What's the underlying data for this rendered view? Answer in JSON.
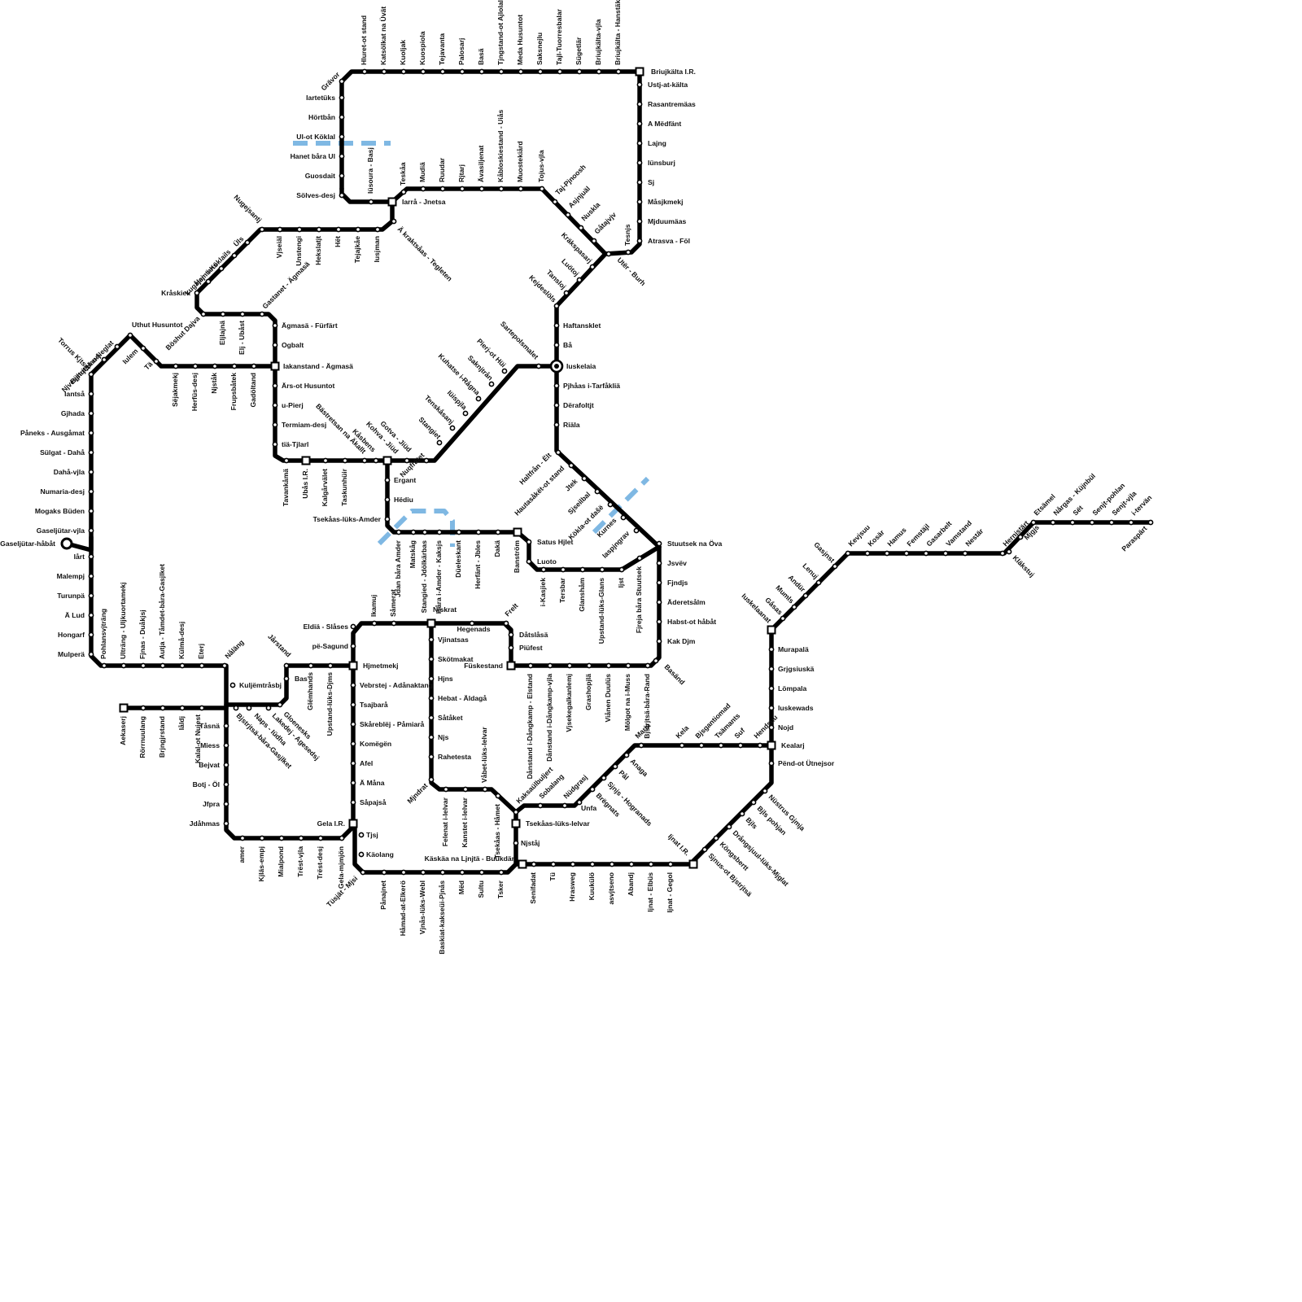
{
  "map": {
    "line_color": "#000000",
    "water_color": "#7fb8e3",
    "stations": [
      {
        "name": "Grävor"
      },
      {
        "name": "Hluret-ot stand"
      },
      {
        "name": "Katsölkat na Üvät"
      },
      {
        "name": "Kuoljak"
      },
      {
        "name": "Kuospiola"
      },
      {
        "name": "Tejavanta"
      },
      {
        "name": "Palosarj"
      },
      {
        "name": "Basä"
      },
      {
        "name": "Tjngstand-ot Ajlolal"
      },
      {
        "name": "Meda Husuntot"
      },
      {
        "name": "Saksnejlu"
      },
      {
        "name": "Tajl-Tuorresbalar"
      },
      {
        "name": "Sügetlär"
      },
      {
        "name": "Briujkälta-vjla"
      },
      {
        "name": "Briujkälta - Hanstäk"
      },
      {
        "name": "Briujkälta I.R."
      },
      {
        "name": "Ustj-at-kälta"
      },
      {
        "name": "Rasantremäas"
      },
      {
        "name": "A Mëdfänt"
      },
      {
        "name": "Lajng"
      },
      {
        "name": "Iünsburj"
      },
      {
        "name": "Sj"
      },
      {
        "name": "Måsjkmekj"
      },
      {
        "name": "Mjduumäas"
      },
      {
        "name": "Atrasva - Föl"
      },
      {
        "name": "Tesnjs"
      },
      {
        "name": "Utër - Burh"
      },
      {
        "name": "Iartetüks"
      },
      {
        "name": "Hörtbån"
      },
      {
        "name": "Ul-ot Köklal"
      },
      {
        "name": "Hanet båra Ul"
      },
      {
        "name": "Guosdait"
      },
      {
        "name": "Sölves-desj"
      },
      {
        "name": "Iüsoura - Basj"
      },
      {
        "name": "Iarrå - Jnetsa"
      },
      {
        "name": "Teskåa"
      },
      {
        "name": "Mudiä"
      },
      {
        "name": "Ruudar"
      },
      {
        "name": "Rjtarj"
      },
      {
        "name": "Ävasiljenat"
      },
      {
        "name": "Kåbloskiestand - Uiås"
      },
      {
        "name": "Muostekiård"
      },
      {
        "name": "Tojus-vjla"
      },
      {
        "name": "Taj-Pjnoosh"
      },
      {
        "name": "Asjnjuäl"
      },
      {
        "name": "Nuskla"
      },
      {
        "name": "Gåtajvjv"
      },
      {
        "name": "Kräkspasarj"
      },
      {
        "name": "Luötoj"
      },
      {
        "name": "Tansloj"
      },
      {
        "name": "Kejdeslöls"
      },
      {
        "name": "Haftansklet"
      },
      {
        "name": "Bå"
      },
      {
        "name": "Iuskelaia"
      },
      {
        "name": "Pjhåas i-Tarfåkliä"
      },
      {
        "name": "Dërafoltjt"
      },
      {
        "name": "Riäla"
      },
      {
        "name": "Haltfrån - Ëlt"
      },
      {
        "name": "Hautasåkët-ot stand"
      },
      {
        "name": "Jtek"
      },
      {
        "name": "Sjseilbal"
      },
      {
        "name": "Kökla-ot dašë"
      },
      {
        "name": "Kurnes"
      },
      {
        "name": "Iaspjngrav"
      },
      {
        "name": "Stuutsek na Öva"
      },
      {
        "name": "Jsvëv"
      },
      {
        "name": "Fjndjs"
      },
      {
        "name": "Äderetsålm"
      },
      {
        "name": "Habst-ot håbåt"
      },
      {
        "name": "Kak Djm"
      },
      {
        "name": "Basänd"
      },
      {
        "name": "Nugejsantj"
      },
      {
        "name": "Vjseiäl"
      },
      {
        "name": "Unstengi"
      },
      {
        "name": "Hekslatjt"
      },
      {
        "name": "Hët"
      },
      {
        "name": "Tejajkåe"
      },
      {
        "name": "Iusjman"
      },
      {
        "name": "Ä kraktsåas - Tegleten"
      },
      {
        "name": "Üls"
      },
      {
        "name": "i-Köklails"
      },
      {
        "name": "Hamtans"
      },
      {
        "name": "Lugåjej"
      },
      {
        "name": "Kråskiek"
      },
      {
        "name": "Böshut Dajva"
      },
      {
        "name": "Eljlajnä"
      },
      {
        "name": "Elj - Ubåst"
      },
      {
        "name": "Gastanet - Ägmasä"
      },
      {
        "name": "Ägmasä - Fürfärt"
      },
      {
        "name": "Ogbalt"
      },
      {
        "name": "Iakanstand - Ägmasä"
      },
      {
        "name": "Ärs-ot Husuntot"
      },
      {
        "name": "u-Pierj"
      },
      {
        "name": "Termiam-desj"
      },
      {
        "name": "tiä-Tjlarl"
      },
      {
        "name": "Bjstrjtsä u-Neglat"
      },
      {
        "name": "Uthut Husuntot"
      },
      {
        "name": "Njvesjhut Hanrj"
      },
      {
        "name": "Iulem"
      },
      {
        "name": "Tä"
      },
      {
        "name": "Torrus Kjtsat"
      },
      {
        "name": "Sëjakmekj"
      },
      {
        "name": "Herfüs-desj"
      },
      {
        "name": "Njståk"
      },
      {
        "name": "Frupsbåtek"
      },
      {
        "name": "Gadöltand"
      },
      {
        "name": "Iantså"
      },
      {
        "name": "Gjhada"
      },
      {
        "name": "Påneks - Ausgåmat"
      },
      {
        "name": "Sülgat - Dahå"
      },
      {
        "name": "Dahå-vjla"
      },
      {
        "name": "Numaria-desj"
      },
      {
        "name": "Mogaks Büden"
      },
      {
        "name": "Gaseljütar-vjla"
      },
      {
        "name": "Gaseljütar-håbåt"
      },
      {
        "name": "Iårt"
      },
      {
        "name": "Malempj"
      },
      {
        "name": "Turunpä"
      },
      {
        "name": "Ä Lud"
      },
      {
        "name": "Hongarf"
      },
      {
        "name": "Mulperä"
      },
      {
        "name": "Pohlansvjträng"
      },
      {
        "name": "Ulträng - Uljkuortamekj"
      },
      {
        "name": "Fjnas - Duåkjsj"
      },
      {
        "name": "Autja - Tåmdet-båra-Gasjlket"
      },
      {
        "name": "Külmå-desj"
      },
      {
        "name": "Eterj"
      },
      {
        "name": "Nåläng"
      },
      {
        "name": "Tavankåmä"
      },
      {
        "name": "Ubås I.R."
      },
      {
        "name": "Kalgårvälet"
      },
      {
        "name": "Taskunhüir"
      },
      {
        "name": "Bästretsan na Äkallt"
      },
      {
        "name": "Kåsbens"
      },
      {
        "name": "Kohva - Jiüd"
      },
      {
        "name": "Gotva - Jiüd"
      },
      {
        "name": "Nuqfrätet"
      },
      {
        "name": "Stangiet"
      },
      {
        "name": "Tenskåsanj"
      },
      {
        "name": "Iüispjla"
      },
      {
        "name": "Kuhatse i-Rågna"
      },
      {
        "name": "Saknjtrån"
      },
      {
        "name": "Pierj-ot Hüi"
      },
      {
        "name": "Sartepolsmalet"
      },
      {
        "name": "Ergant"
      },
      {
        "name": "Hëdiu"
      },
      {
        "name": "Tsekåas-lüks-Amder"
      },
      {
        "name": "Jdan båra Amder"
      },
      {
        "name": "Matskåg"
      },
      {
        "name": "Stangied - Jdölkärbas"
      },
      {
        "name": "Isåra i-Amder - Kaksjs"
      },
      {
        "name": "Düeleskant"
      },
      {
        "name": "Herfänt - Jbles"
      },
      {
        "name": "Dakä"
      },
      {
        "name": "Banström"
      },
      {
        "name": "Satus Hjlet"
      },
      {
        "name": "Luoto"
      },
      {
        "name": "i-Kasjiek"
      },
      {
        "name": "Tersbar"
      },
      {
        "name": "Glanshåm"
      },
      {
        "name": "Upstand-lüks-Glans"
      },
      {
        "name": "Ijst"
      },
      {
        "name": "Fjreja båra Stuutsek"
      },
      {
        "name": "Iuskelaanat"
      },
      {
        "name": "Gåsas"
      },
      {
        "name": "Mumls"
      },
      {
        "name": "Andür"
      },
      {
        "name": "Lenuj"
      },
      {
        "name": "Gasjnst"
      },
      {
        "name": "Kevjsuu"
      },
      {
        "name": "Kosär"
      },
      {
        "name": "Hamus"
      },
      {
        "name": "Femstäjl"
      },
      {
        "name": "Gasarbelt"
      },
      {
        "name": "Vamstand"
      },
      {
        "name": "Nestär"
      },
      {
        "name": "Hernjstärt"
      },
      {
        "name": "Kläkstuj"
      },
      {
        "name": "Mjgjs"
      },
      {
        "name": "Etsämel"
      },
      {
        "name": "Nårgas - Küjnbül"
      },
      {
        "name": "Sët"
      },
      {
        "name": "Senjt-pohlan"
      },
      {
        "name": "Senjt-vjla"
      },
      {
        "name": "i-tervän"
      },
      {
        "name": "Paraspärt"
      },
      {
        "name": "Ikamuj"
      },
      {
        "name": "Såmerat"
      },
      {
        "name": "Njskrat"
      },
      {
        "name": "Frelt"
      },
      {
        "name": "Hegenads"
      },
      {
        "name": "Dåtslåsä"
      },
      {
        "name": "Piüfest"
      },
      {
        "name": "Füskestand"
      },
      {
        "name": "Eldiä - Slåses"
      },
      {
        "name": "pë-Sagund"
      },
      {
        "name": "Hjmetmekj"
      },
      {
        "name": "Jårstand"
      },
      {
        "name": "Bas"
      },
      {
        "name": "Glëmhands"
      },
      {
        "name": "Upstand-lüks-Djms"
      },
      {
        "name": "Vjinatsas"
      },
      {
        "name": "Skötmakat"
      },
      {
        "name": "Hjns"
      },
      {
        "name": "Hebat - Äldagå"
      },
      {
        "name": "Såtåket"
      },
      {
        "name": "Njs"
      },
      {
        "name": "Rahetesta"
      },
      {
        "name": "Mjndrat"
      },
      {
        "name": "Felenat i-Ielvar"
      },
      {
        "name": "Kanstet i-Ielvar"
      },
      {
        "name": "Våbet-lüks-Ielvar"
      },
      {
        "name": "Tsekåas - Håmet"
      },
      {
        "name": "Kaksaülbuljert"
      },
      {
        "name": "Dånstand i-Dångkamp - Elstand"
      },
      {
        "name": "Dånstand i-Dångkamp-vjla"
      },
      {
        "name": "Vjsekegalkanlemj"
      },
      {
        "name": "Grashopjlä"
      },
      {
        "name": "Viånen Duulüs"
      },
      {
        "name": "Mölgot na i-Muss"
      },
      {
        "name": "Bjstrjtsä-båra-Rand"
      },
      {
        "name": "Vebrstej - Adånaktang"
      },
      {
        "name": "Tsajbarå"
      },
      {
        "name": "Skåreblëj - Påmiarå"
      },
      {
        "name": "Komëgën"
      },
      {
        "name": "Afel"
      },
      {
        "name": "Ä Måna"
      },
      {
        "name": "Såpajså"
      },
      {
        "name": "Gela I.R."
      },
      {
        "name": "Tjsj"
      },
      {
        "name": "Käolang"
      },
      {
        "name": "Tüsjät - Mjsi"
      },
      {
        "name": "Pånajnet"
      },
      {
        "name": "Håmad-at-Elkerö"
      },
      {
        "name": "Vjnås-lüks-Webl"
      },
      {
        "name": "Baskiat-kakseüi-Pjnås"
      },
      {
        "name": "Mëd"
      },
      {
        "name": "Sultu"
      },
      {
        "name": "Tsker"
      },
      {
        "name": "Käskäa na Ljnjtä - Buukdär"
      },
      {
        "name": "Senifadat"
      },
      {
        "name": "Tü"
      },
      {
        "name": "Hrasweg"
      },
      {
        "name": "Kuukülö"
      },
      {
        "name": "asvjtseno"
      },
      {
        "name": "Abandj"
      },
      {
        "name": "Ijnat - Elbüs"
      },
      {
        "name": "Ijnat - Gegol"
      },
      {
        "name": "Ijnat I.R."
      },
      {
        "name": "Sjnus-ot Bjstrjtsä"
      },
      {
        "name": "Köngsbertt"
      },
      {
        "name": "Drångsjuul-lüks-Mjglat"
      },
      {
        "name": "Bjls"
      },
      {
        "name": "Bjls pohjan"
      },
      {
        "name": "Nüstrus Gjmja"
      },
      {
        "name": "Pënd-ot Ütnejsor"
      },
      {
        "name": "Kealarj"
      },
      {
        "name": "Hendsuu"
      },
      {
        "name": "Suf"
      },
      {
        "name": "Tsämants"
      },
      {
        "name": "Bjsgantiomad"
      },
      {
        "name": "Kela"
      },
      {
        "name": "Maria"
      },
      {
        "name": "Anaga"
      },
      {
        "name": "Pål"
      },
      {
        "name": "Sjnjs - Hogranads"
      },
      {
        "name": "Brëgnats"
      },
      {
        "name": "Unfa"
      },
      {
        "name": "Nüdgrasj"
      },
      {
        "name": "Sobalang"
      },
      {
        "name": "Tsekåas-lüks-Ielvar"
      },
      {
        "name": "Njståj"
      },
      {
        "name": "Murapalä"
      },
      {
        "name": "Grjgsiuskä"
      },
      {
        "name": "Lömpala"
      },
      {
        "name": "Iuskewads"
      },
      {
        "name": "Nojd"
      },
      {
        "name": "Aekaserj"
      },
      {
        "name": "Rörrnuulang"
      },
      {
        "name": "Brjngjrstand"
      },
      {
        "name": "Iåldj"
      },
      {
        "name": "Kalal-ot Nujest"
      },
      {
        "name": "Kuljëmtråsbj"
      },
      {
        "name": "Bjstrjtsä-båra-Gasjlket"
      },
      {
        "name": "Naps - Iüdha"
      },
      {
        "name": "Lakedej - Agesedsj"
      },
      {
        "name": "Gloenesks"
      },
      {
        "name": "Tåsnä"
      },
      {
        "name": "Miess"
      },
      {
        "name": "Bejvat"
      },
      {
        "name": "Botj - Öl"
      },
      {
        "name": "Jfpra"
      },
      {
        "name": "Jdåhmas"
      },
      {
        "name": "amer"
      },
      {
        "name": "Kjläs-empj"
      },
      {
        "name": "Mialpond"
      },
      {
        "name": "Trëst-vjla"
      },
      {
        "name": "Trëst-desj"
      },
      {
        "name": "Gela-mjmjön"
      }
    ]
  }
}
